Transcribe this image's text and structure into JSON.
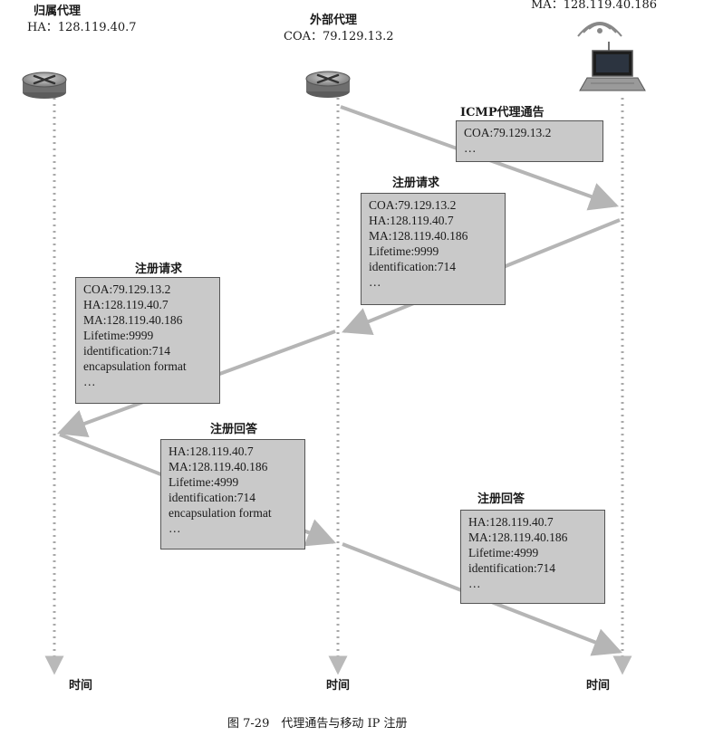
{
  "nodes": {
    "home_agent": {
      "name": "归属代理",
      "addr": "HA：128.119.40.7"
    },
    "foreign_agent": {
      "name": "外部代理",
      "addr": "COA：79.129.13.2"
    },
    "mobile": {
      "addr": "MA：128.119.40.186"
    }
  },
  "messages": {
    "icmp_adv": {
      "title": "ICMP代理通告",
      "lines": [
        "COA:79.129.13.2",
        "…"
      ]
    },
    "reg_req_1": {
      "title": "注册请求",
      "lines": [
        "COA:79.129.13.2",
        "HA:128.119.40.7",
        "MA:128.119.40.186",
        "Lifetime:9999",
        "identification:714",
        "…"
      ]
    },
    "reg_req_2": {
      "title": "注册请求",
      "lines": [
        "COA:79.129.13.2",
        "HA:128.119.40.7",
        "MA:128.119.40.186",
        "Lifetime:9999",
        "identification:714",
        "encapsulation format",
        "…"
      ]
    },
    "reg_reply_1": {
      "title": "注册回答",
      "lines": [
        "HA:128.119.40.7",
        "MA:128.119.40.186",
        "Lifetime:4999",
        "identification:714",
        "encapsulation format",
        "…"
      ]
    },
    "reg_reply_2": {
      "title": "注册回答",
      "lines": [
        "HA:128.119.40.7",
        "MA:128.119.40.186",
        "Lifetime:4999",
        "identification:714",
        "…"
      ]
    }
  },
  "time_label": "时间",
  "caption": "图 7-29　代理通告与移动 IP 注册",
  "colors": {
    "lifeline": "#a8a8a8",
    "arrow": "#b5b5b5",
    "box_fill": "#c9c9c9"
  },
  "icons": [
    "router-icon",
    "laptop-icon",
    "wireless-signal-icon"
  ]
}
